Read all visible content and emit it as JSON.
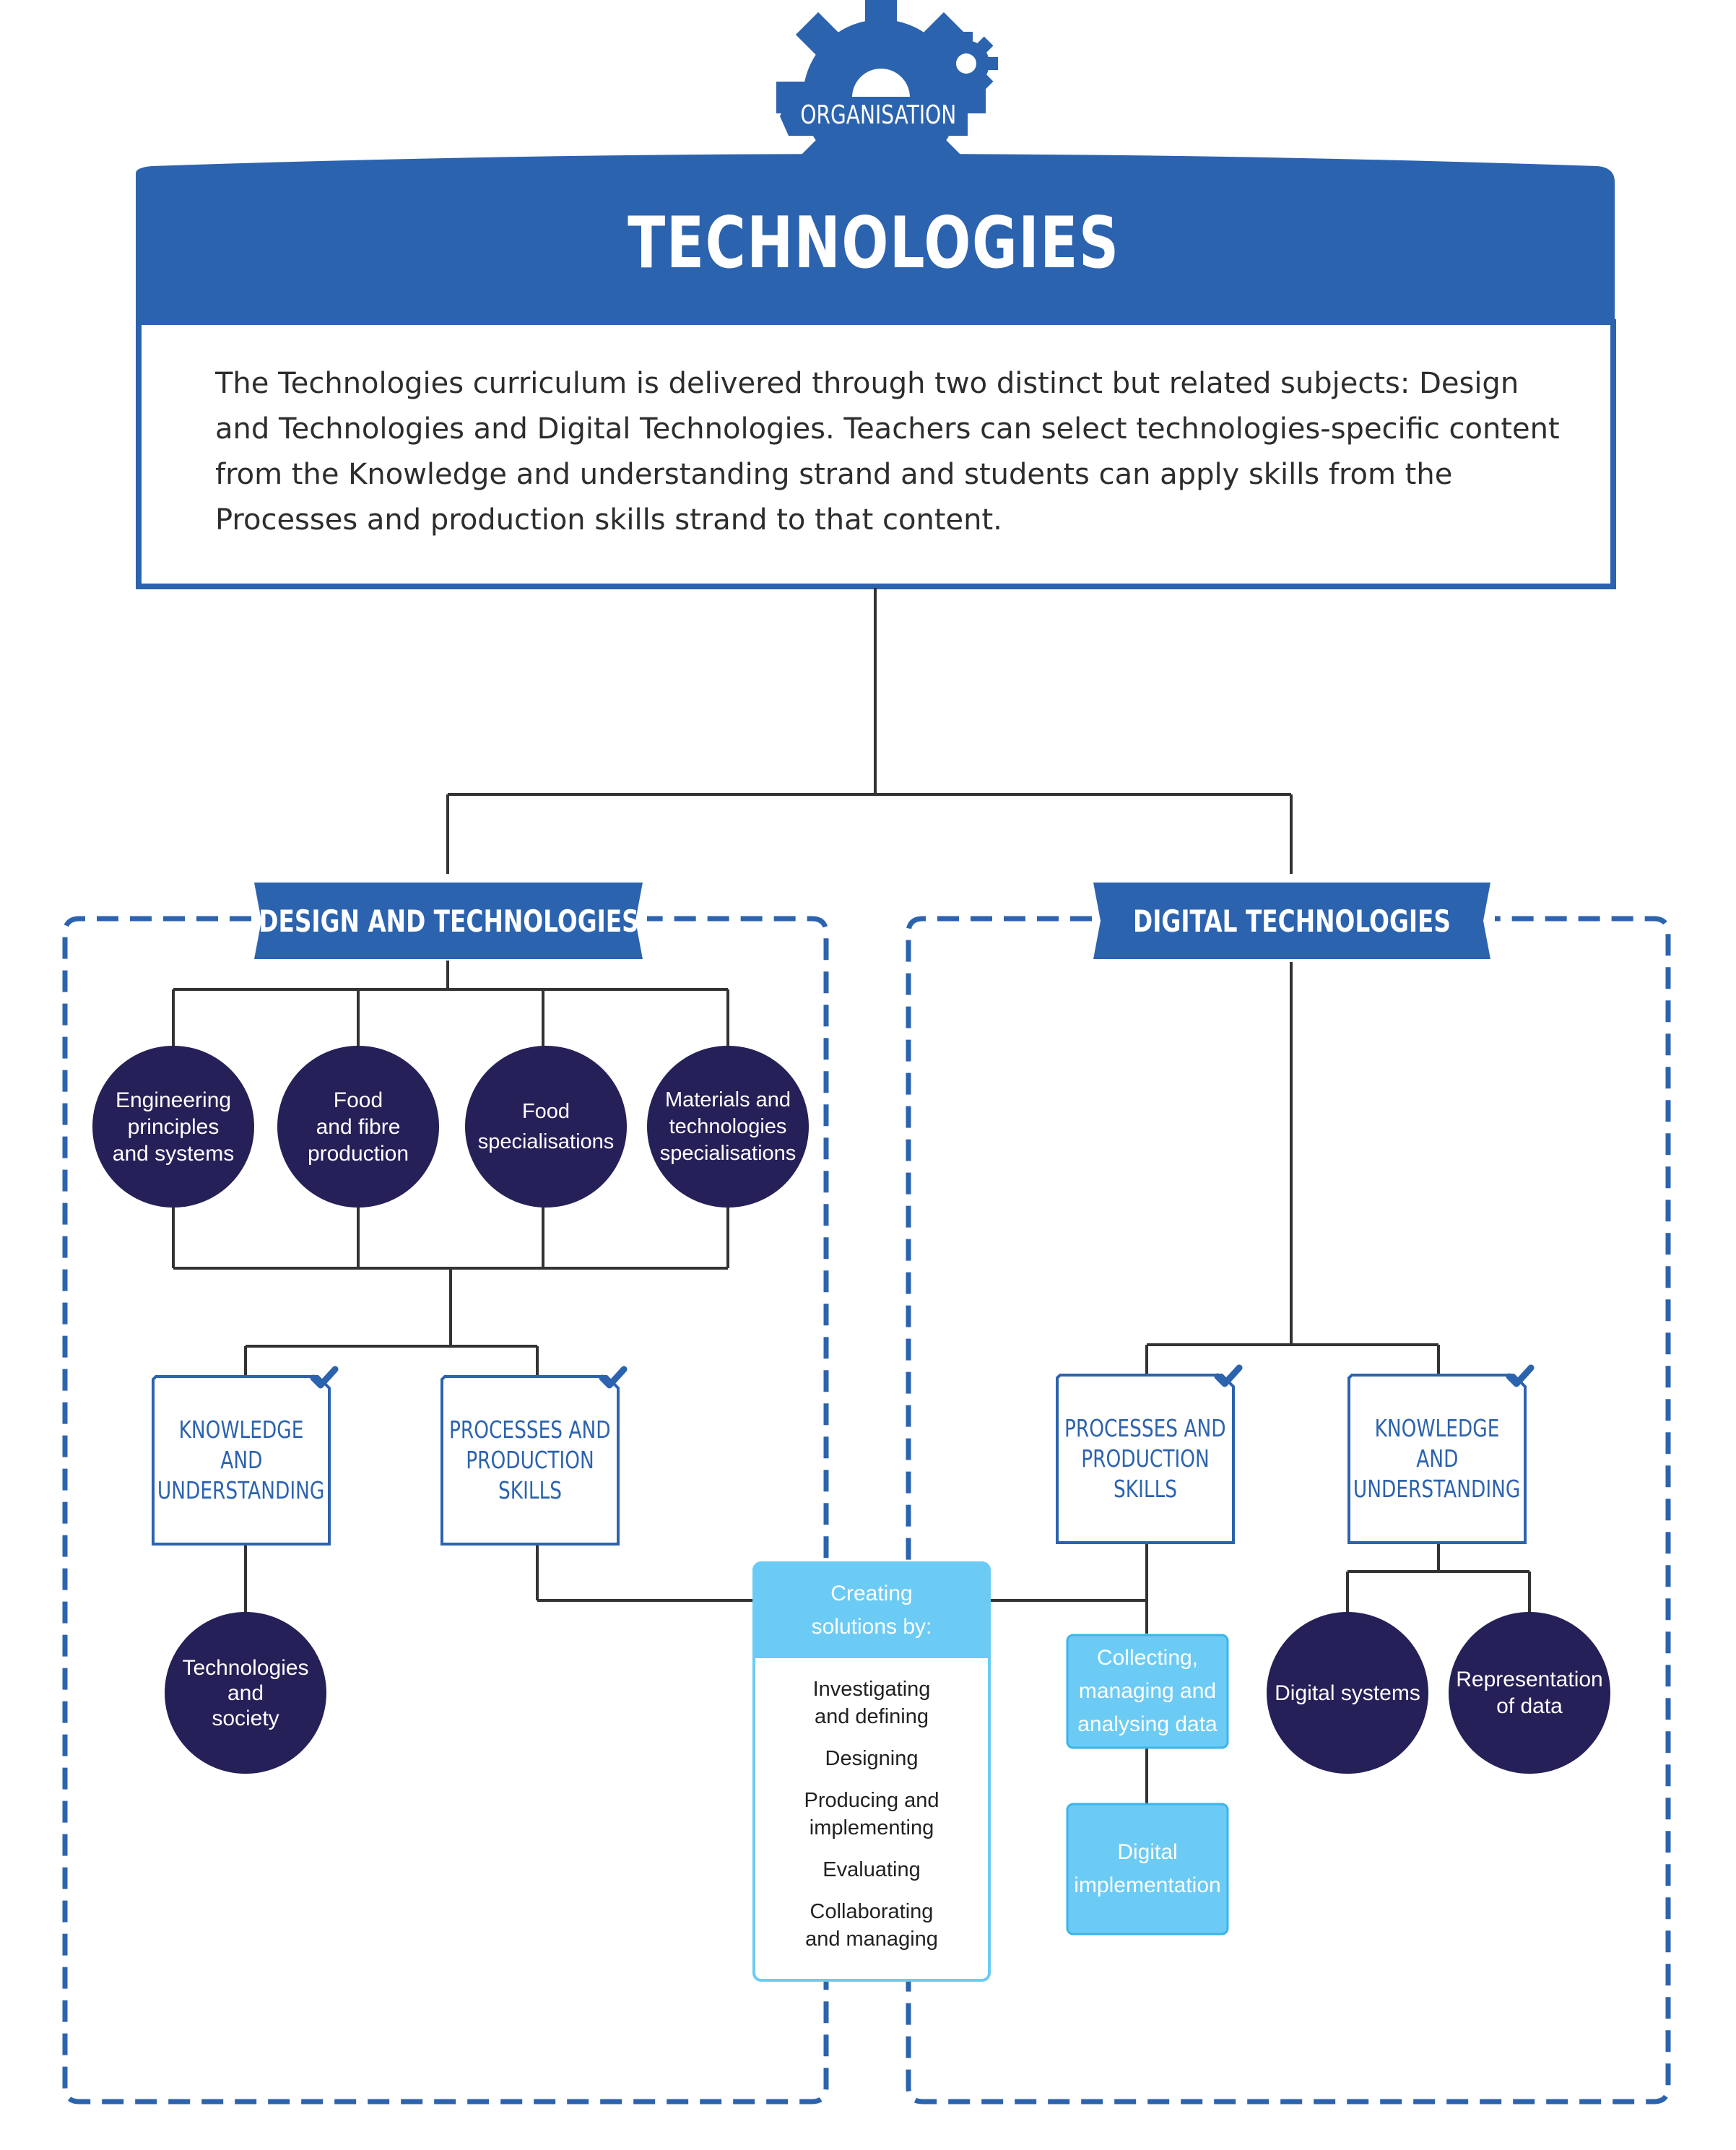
{
  "organisation_label": "ORGANISATION",
  "title": "TECHNOLOGIES",
  "description": "The Technologies curriculum is delivered through two distinct but related subjects: Design and Technologies and Digital Technologies. Teachers can select technologies-specific content from the Knowledge and understanding strand and students can apply skills from the Processes and production skills strand to that content.",
  "design": {
    "banner": "DESIGN AND TECHNOLOGIES",
    "contexts": [
      {
        "lines": [
          "Engineering",
          "principles",
          "and systems"
        ]
      },
      {
        "lines": [
          "Food",
          "and fibre",
          "production"
        ]
      },
      {
        "lines": [
          "Food",
          "specialisations"
        ]
      },
      {
        "lines": [
          "Materials and",
          "technologies",
          "specialisations"
        ]
      }
    ],
    "knowledge": {
      "lines": [
        "KNOWLEDGE",
        "AND",
        "UNDERSTANDING"
      ]
    },
    "processes": {
      "lines": [
        "PROCESSES AND",
        "PRODUCTION",
        "SKILLS"
      ]
    },
    "society": {
      "lines": [
        "Technologies",
        "and",
        "society"
      ]
    }
  },
  "digital": {
    "banner": "DIGITAL TECHNOLOGIES",
    "processes": {
      "lines": [
        "PROCESSES AND",
        "PRODUCTION",
        "SKILLS"
      ]
    },
    "knowledge": {
      "lines": [
        "KNOWLEDGE",
        "AND",
        "UNDERSTANDING"
      ]
    },
    "collecting": {
      "lines": [
        "Collecting,",
        "managing and",
        "analysing data"
      ]
    },
    "implementation": {
      "lines": [
        "Digital",
        "implementation"
      ]
    },
    "systems": {
      "lines": [
        "Digital systems"
      ]
    },
    "representation": {
      "lines": [
        "Representation",
        "of data"
      ]
    }
  },
  "creating": {
    "header": [
      "Creating",
      "solutions by:"
    ],
    "items": [
      {
        "lines": [
          "Investigating",
          "and defining"
        ]
      },
      {
        "lines": [
          "Designing"
        ]
      },
      {
        "lines": [
          "Producing and",
          "implementing"
        ]
      },
      {
        "lines": [
          "Evaluating"
        ]
      },
      {
        "lines": [
          "Collaborating",
          "and managing"
        ]
      }
    ]
  },
  "colors": {
    "primary_blue": "#2c63ae",
    "navy_circle": "#252058",
    "light_blue": "#6ccbf4",
    "connector": "#333333",
    "text": "#2d2d2d"
  }
}
